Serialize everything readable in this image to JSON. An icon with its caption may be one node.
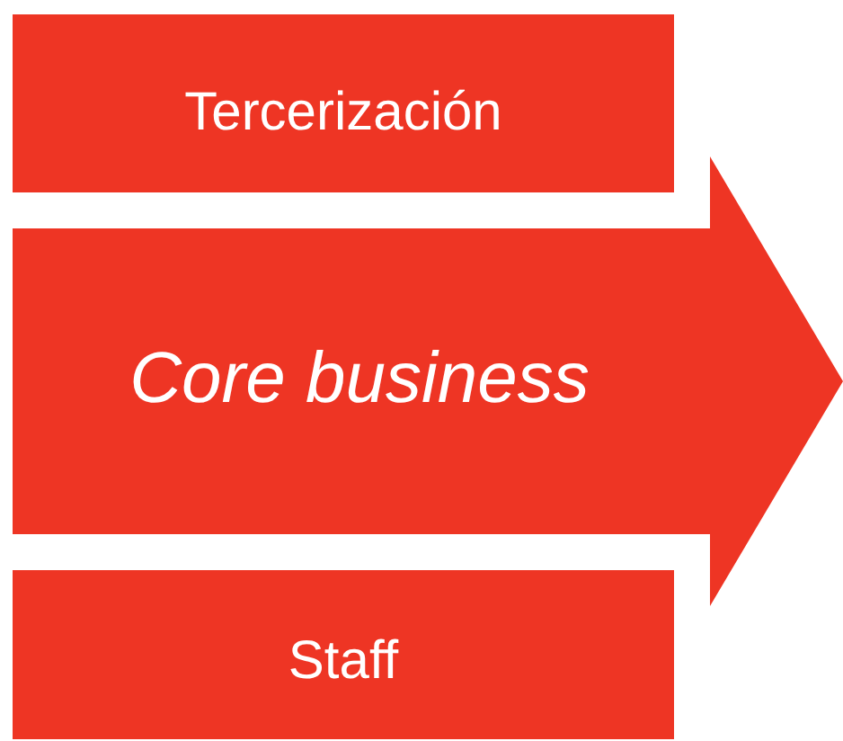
{
  "diagram": {
    "nodes": [
      {
        "text": [
          "Tercerización"
        ]
      },
      {
        "text": [
          "Core business"
        ]
      },
      {
        "text": [
          "Staff"
        ]
      }
    ]
  }
}
